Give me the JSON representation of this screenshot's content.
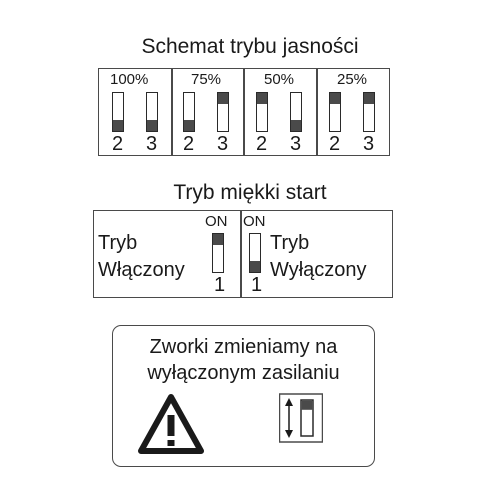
{
  "brightness": {
    "title": "Schemat trybu jasności",
    "groups": [
      {
        "percent": "100%",
        "switches": [
          {
            "position": "2",
            "knob": "bottom"
          },
          {
            "position": "3",
            "knob": "bottom"
          }
        ]
      },
      {
        "percent": "75%",
        "switches": [
          {
            "position": "2",
            "knob": "bottom"
          },
          {
            "position": "3",
            "knob": "top"
          }
        ]
      },
      {
        "percent": "50%",
        "switches": [
          {
            "position": "2",
            "knob": "top"
          },
          {
            "position": "3",
            "knob": "bottom"
          }
        ]
      },
      {
        "percent": "25%",
        "switches": [
          {
            "position": "2",
            "knob": "top"
          },
          {
            "position": "3",
            "knob": "top"
          }
        ]
      }
    ]
  },
  "soft_start": {
    "title": "Tryb miękki start",
    "enabled": {
      "on_label": "ON",
      "mode_line1": "Tryb",
      "mode_line2": "Włączony",
      "switch_position": "1",
      "knob": "top"
    },
    "disabled": {
      "on_label": "ON",
      "mode_line1": "Tryb",
      "mode_line2": "Wyłączony",
      "switch_position": "1",
      "knob": "bottom"
    }
  },
  "warning": {
    "line1": "Zworki zmieniamy na",
    "line2": "wyłączonym zasilaniu",
    "icons": [
      "warning-triangle-icon",
      "jumper-toggle-icon"
    ]
  }
}
